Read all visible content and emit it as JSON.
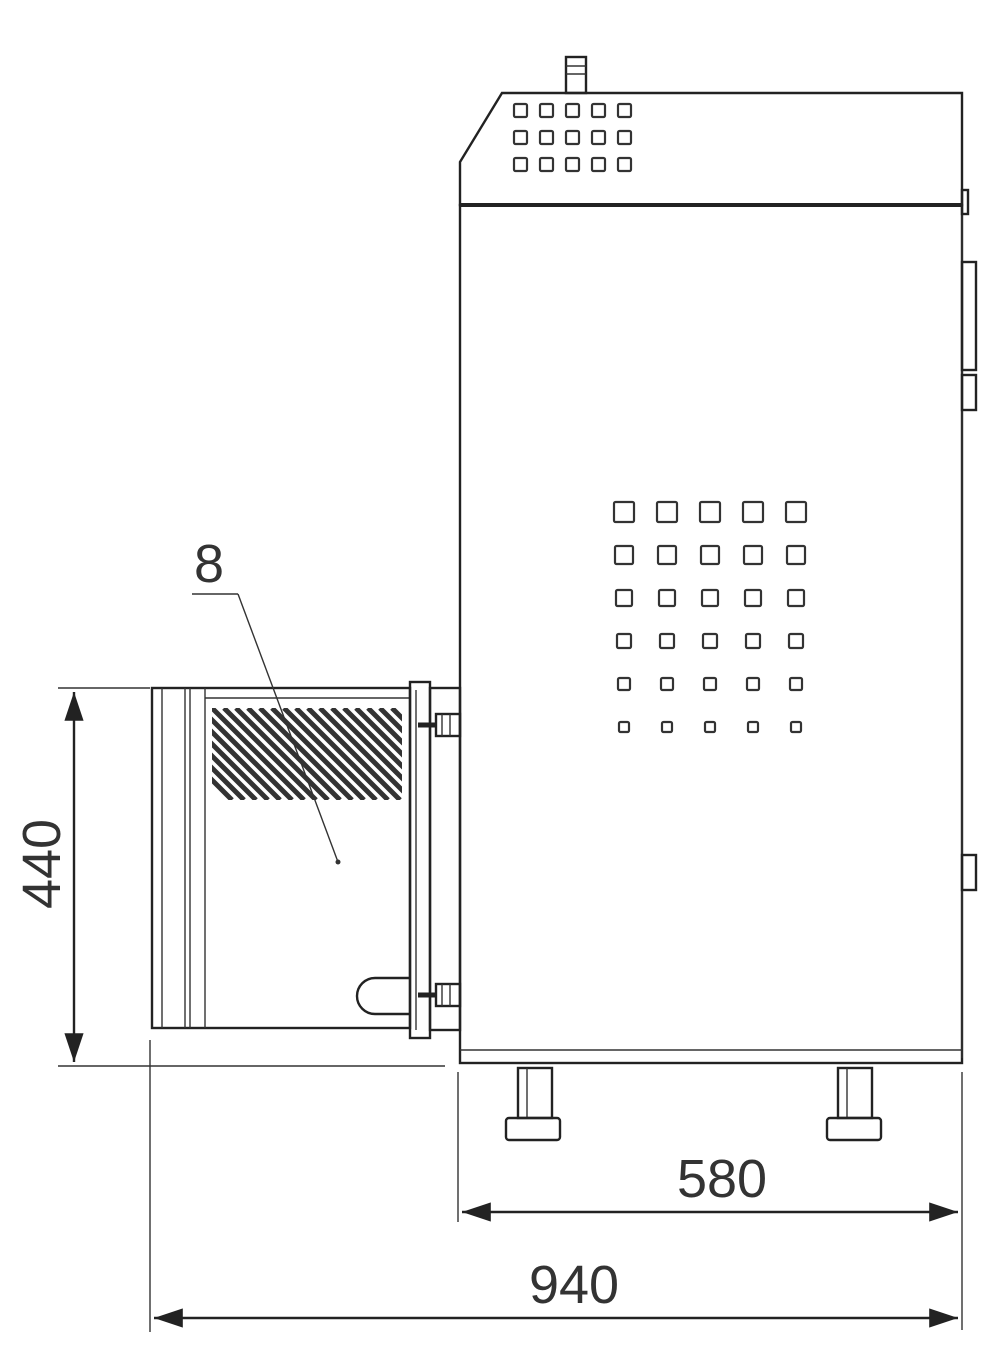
{
  "callout": {
    "label": "8"
  },
  "dimensions": {
    "height": "440",
    "cabinet_width": "580",
    "overall_width": "940"
  }
}
